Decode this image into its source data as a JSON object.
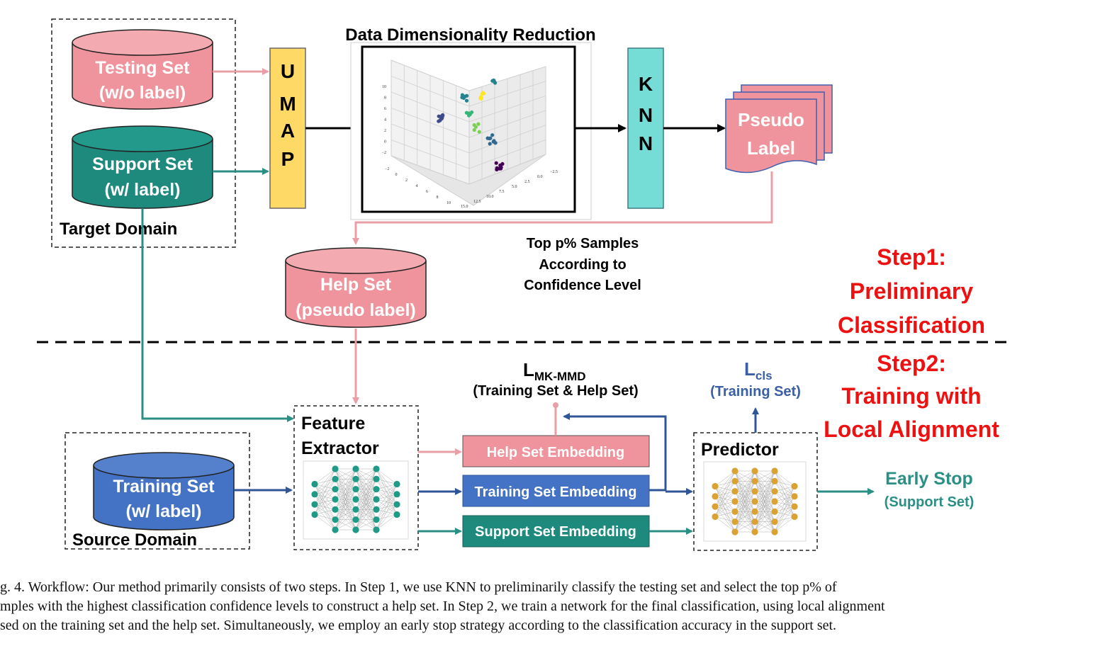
{
  "colors": {
    "pink": "#ef949c",
    "pink_arrow": "#e8a0a6",
    "teal": "#1e8a7e",
    "blue": "#4472c4",
    "blue_arrow": "#2f5597",
    "yellow": "#ffd966",
    "cyan": "#76ddd6",
    "red": "#ee1111",
    "teal_text": "#2a8f84",
    "blue_text": "#3a5fa6"
  },
  "step1": {
    "target_domain": "Target Domain",
    "testing_set": {
      "line1": "Testing Set",
      "line2": "(w/o label)"
    },
    "support_set": {
      "line1": "Support Set",
      "line2": "(w/ label)"
    },
    "umap_letters": [
      "U",
      "M",
      "A",
      "P"
    ],
    "ddr_title": "Data Dimensionality Reduction",
    "knn_letters": [
      "K",
      "N",
      "N"
    ],
    "pseudo_label": {
      "line1": "Pseudo",
      "line2": "Label"
    },
    "top_samples": {
      "line1": "Top p% Samples",
      "line2": "According to",
      "line3": "Confidence Level"
    },
    "help_set": {
      "line1": "Help Set",
      "line2": "(pseudo label)"
    },
    "step_label": {
      "line1": "Step1:",
      "line2": "Preliminary",
      "line3": "Classification"
    }
  },
  "plot3d": {
    "z_ticks": [
      "10",
      "8",
      "6",
      "4",
      "2",
      "0",
      "−2"
    ],
    "x_ticks": [
      "−2",
      "0",
      "2",
      "4",
      "6",
      "8",
      "10"
    ],
    "y_ticks": [
      "15.0",
      "12.5",
      "10.0",
      "7.5",
      "5.0",
      "2.5",
      "0.0",
      "−2.5"
    ],
    "cluster_colors": [
      "#440154",
      "#31688e",
      "#26828e",
      "#35b779",
      "#7ad151",
      "#fde725",
      "#3e4a89"
    ]
  },
  "step2": {
    "step_label": {
      "line1": "Step2:",
      "line2": "Training with",
      "line3": "Local Alignment"
    },
    "source_domain": "Source Domain",
    "training_set": {
      "line1": "Training Set",
      "line2": "(w/ label)"
    },
    "feature_extractor": {
      "line1": "Feature",
      "line2": "Extractor"
    },
    "help_embedding": "Help Set Embedding",
    "training_embedding": "Training Set Embedding",
    "support_embedding": "Support Set Embedding",
    "mmd_loss": {
      "main": "L",
      "sub": "MK-MMD",
      "desc": "(Training Set & Help Set)"
    },
    "cls_loss": {
      "main": "L",
      "sub": "cls",
      "desc": "(Training Set)"
    },
    "predictor": "Predictor",
    "early_stop": {
      "line1": "Early Stop",
      "line2": "(Support Set)"
    }
  },
  "caption": {
    "line1": "g. 4.  Workflow: Our method primarily consists of two steps. In Step 1, we use KNN to preliminarily classify the testing set and select the top p% of",
    "line2": "mples with the highest classification confidence levels to construct a help set. In Step 2, we train a network for the final classification, using local alignment",
    "line3": "sed on the training set and the help set. Simultaneously, we employ an early stop strategy according to the classification accuracy in the support set."
  }
}
